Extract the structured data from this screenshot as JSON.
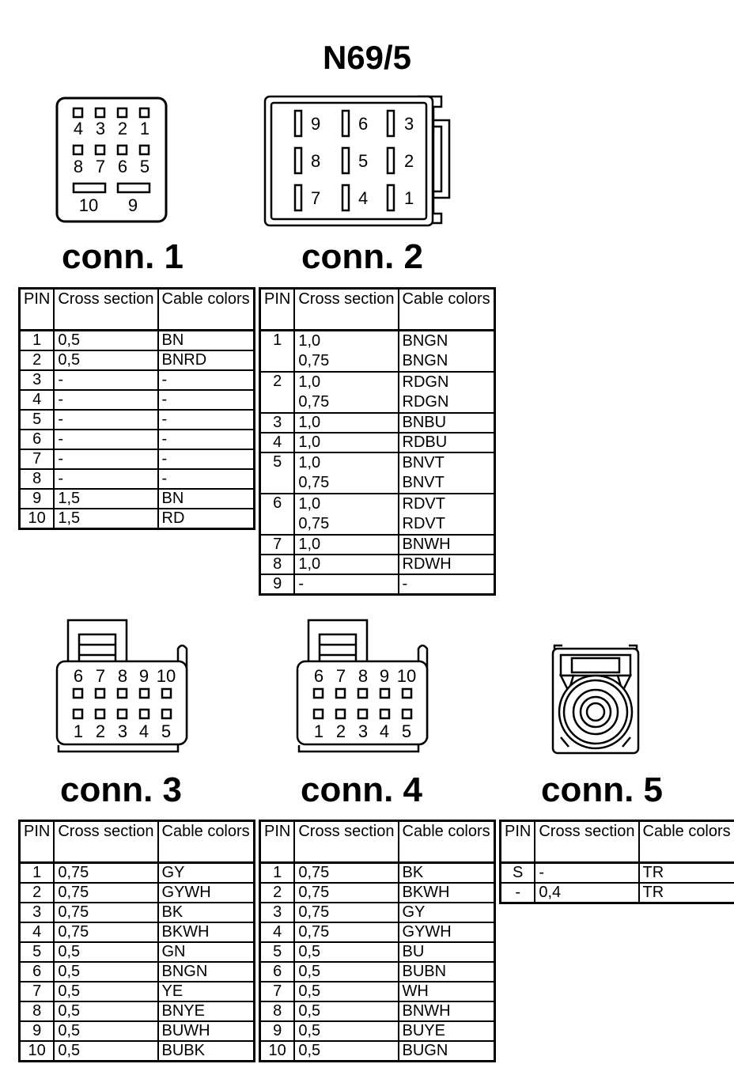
{
  "title": "N69/5",
  "headers": {
    "pin": "PIN",
    "cross": "Cross section",
    "cable": "Cable colors"
  },
  "connectors": [
    {
      "label": "conn. 1",
      "face": {
        "top_row": [
          "4",
          "3",
          "2",
          "1"
        ],
        "mid_row": [
          "8",
          "7",
          "6",
          "5"
        ],
        "bottom_row": [
          "10",
          "9"
        ]
      },
      "rows": [
        {
          "pin": "1",
          "cross": [
            "0,5"
          ],
          "color": [
            "BN"
          ]
        },
        {
          "pin": "2",
          "cross": [
            "0,5"
          ],
          "color": [
            "BNRD"
          ]
        },
        {
          "pin": "3",
          "cross": [
            "-"
          ],
          "color": [
            "-"
          ]
        },
        {
          "pin": "4",
          "cross": [
            "-"
          ],
          "color": [
            "-"
          ]
        },
        {
          "pin": "5",
          "cross": [
            "-"
          ],
          "color": [
            "-"
          ]
        },
        {
          "pin": "6",
          "cross": [
            "-"
          ],
          "color": [
            "-"
          ]
        },
        {
          "pin": "7",
          "cross": [
            "-"
          ],
          "color": [
            "-"
          ]
        },
        {
          "pin": "8",
          "cross": [
            "-"
          ],
          "color": [
            "-"
          ]
        },
        {
          "pin": "9",
          "cross": [
            "1,5"
          ],
          "color": [
            "BN"
          ]
        },
        {
          "pin": "10",
          "cross": [
            "1,5"
          ],
          "color": [
            "RD"
          ]
        }
      ]
    },
    {
      "label": "conn. 2",
      "face": {
        "row1": [
          "9",
          "6",
          "3"
        ],
        "row2": [
          "8",
          "5",
          "2"
        ],
        "row3": [
          "7",
          "4",
          "1"
        ]
      },
      "rows": [
        {
          "pin": "1",
          "cross": [
            "1,0",
            "0,75"
          ],
          "color": [
            "BNGN",
            "BNGN"
          ]
        },
        {
          "pin": "2",
          "cross": [
            "1,0",
            "0,75"
          ],
          "color": [
            "RDGN",
            "RDGN"
          ]
        },
        {
          "pin": "3",
          "cross": [
            "1,0"
          ],
          "color": [
            "BNBU"
          ]
        },
        {
          "pin": "4",
          "cross": [
            "1,0"
          ],
          "color": [
            "RDBU"
          ]
        },
        {
          "pin": "5",
          "cross": [
            "1,0",
            "0,75"
          ],
          "color": [
            "BNVT",
            "BNVT"
          ]
        },
        {
          "pin": "6",
          "cross": [
            "1,0",
            "0,75"
          ],
          "color": [
            "RDVT",
            "RDVT"
          ]
        },
        {
          "pin": "7",
          "cross": [
            "1,0"
          ],
          "color": [
            "BNWH"
          ]
        },
        {
          "pin": "8",
          "cross": [
            "1,0"
          ],
          "color": [
            "RDWH"
          ]
        },
        {
          "pin": "9",
          "cross": [
            "-"
          ],
          "color": [
            "-"
          ]
        }
      ]
    },
    {
      "label": "conn. 3",
      "face": {
        "top_row": [
          "6",
          "7",
          "8",
          "9",
          "10"
        ],
        "bottom_row": [
          "1",
          "2",
          "3",
          "4",
          "5"
        ]
      },
      "rows": [
        {
          "pin": "1",
          "cross": [
            "0,75"
          ],
          "color": [
            "GY"
          ]
        },
        {
          "pin": "2",
          "cross": [
            "0,75"
          ],
          "color": [
            "GYWH"
          ]
        },
        {
          "pin": "3",
          "cross": [
            "0,75"
          ],
          "color": [
            "BK"
          ]
        },
        {
          "pin": "4",
          "cross": [
            "0,75"
          ],
          "color": [
            "BKWH"
          ]
        },
        {
          "pin": "5",
          "cross": [
            "0,5"
          ],
          "color": [
            "GN"
          ]
        },
        {
          "pin": "6",
          "cross": [
            "0,5"
          ],
          "color": [
            "BNGN"
          ]
        },
        {
          "pin": "7",
          "cross": [
            "0,5"
          ],
          "color": [
            "YE"
          ]
        },
        {
          "pin": "8",
          "cross": [
            "0,5"
          ],
          "color": [
            "BNYE"
          ]
        },
        {
          "pin": "9",
          "cross": [
            "0,5"
          ],
          "color": [
            "BUWH"
          ]
        },
        {
          "pin": "10",
          "cross": [
            "0,5"
          ],
          "color": [
            "BUBK"
          ]
        }
      ]
    },
    {
      "label": "conn. 4",
      "face": {
        "top_row": [
          "6",
          "7",
          "8",
          "9",
          "10"
        ],
        "bottom_row": [
          "1",
          "2",
          "3",
          "4",
          "5"
        ]
      },
      "rows": [
        {
          "pin": "1",
          "cross": [
            "0,75"
          ],
          "color": [
            "BK"
          ]
        },
        {
          "pin": "2",
          "cross": [
            "0,75"
          ],
          "color": [
            "BKWH"
          ]
        },
        {
          "pin": "3",
          "cross": [
            "0,75"
          ],
          "color": [
            "GY"
          ]
        },
        {
          "pin": "4",
          "cross": [
            "0,75"
          ],
          "color": [
            "GYWH"
          ]
        },
        {
          "pin": "5",
          "cross": [
            "0,5"
          ],
          "color": [
            "BU"
          ]
        },
        {
          "pin": "6",
          "cross": [
            "0,5"
          ],
          "color": [
            "BUBN"
          ]
        },
        {
          "pin": "7",
          "cross": [
            "0,5"
          ],
          "color": [
            "WH"
          ]
        },
        {
          "pin": "8",
          "cross": [
            "0,5"
          ],
          "color": [
            "BNWH"
          ]
        },
        {
          "pin": "9",
          "cross": [
            "0,5"
          ],
          "color": [
            "BUYE"
          ]
        },
        {
          "pin": "10",
          "cross": [
            "0,5"
          ],
          "color": [
            "BUGN"
          ]
        }
      ]
    },
    {
      "label": "conn. 5",
      "rows": [
        {
          "pin": "S",
          "cross": [
            "-"
          ],
          "color": [
            "TR"
          ]
        },
        {
          "pin": "-",
          "cross": [
            "0,4"
          ],
          "color": [
            "TR"
          ]
        }
      ]
    }
  ]
}
